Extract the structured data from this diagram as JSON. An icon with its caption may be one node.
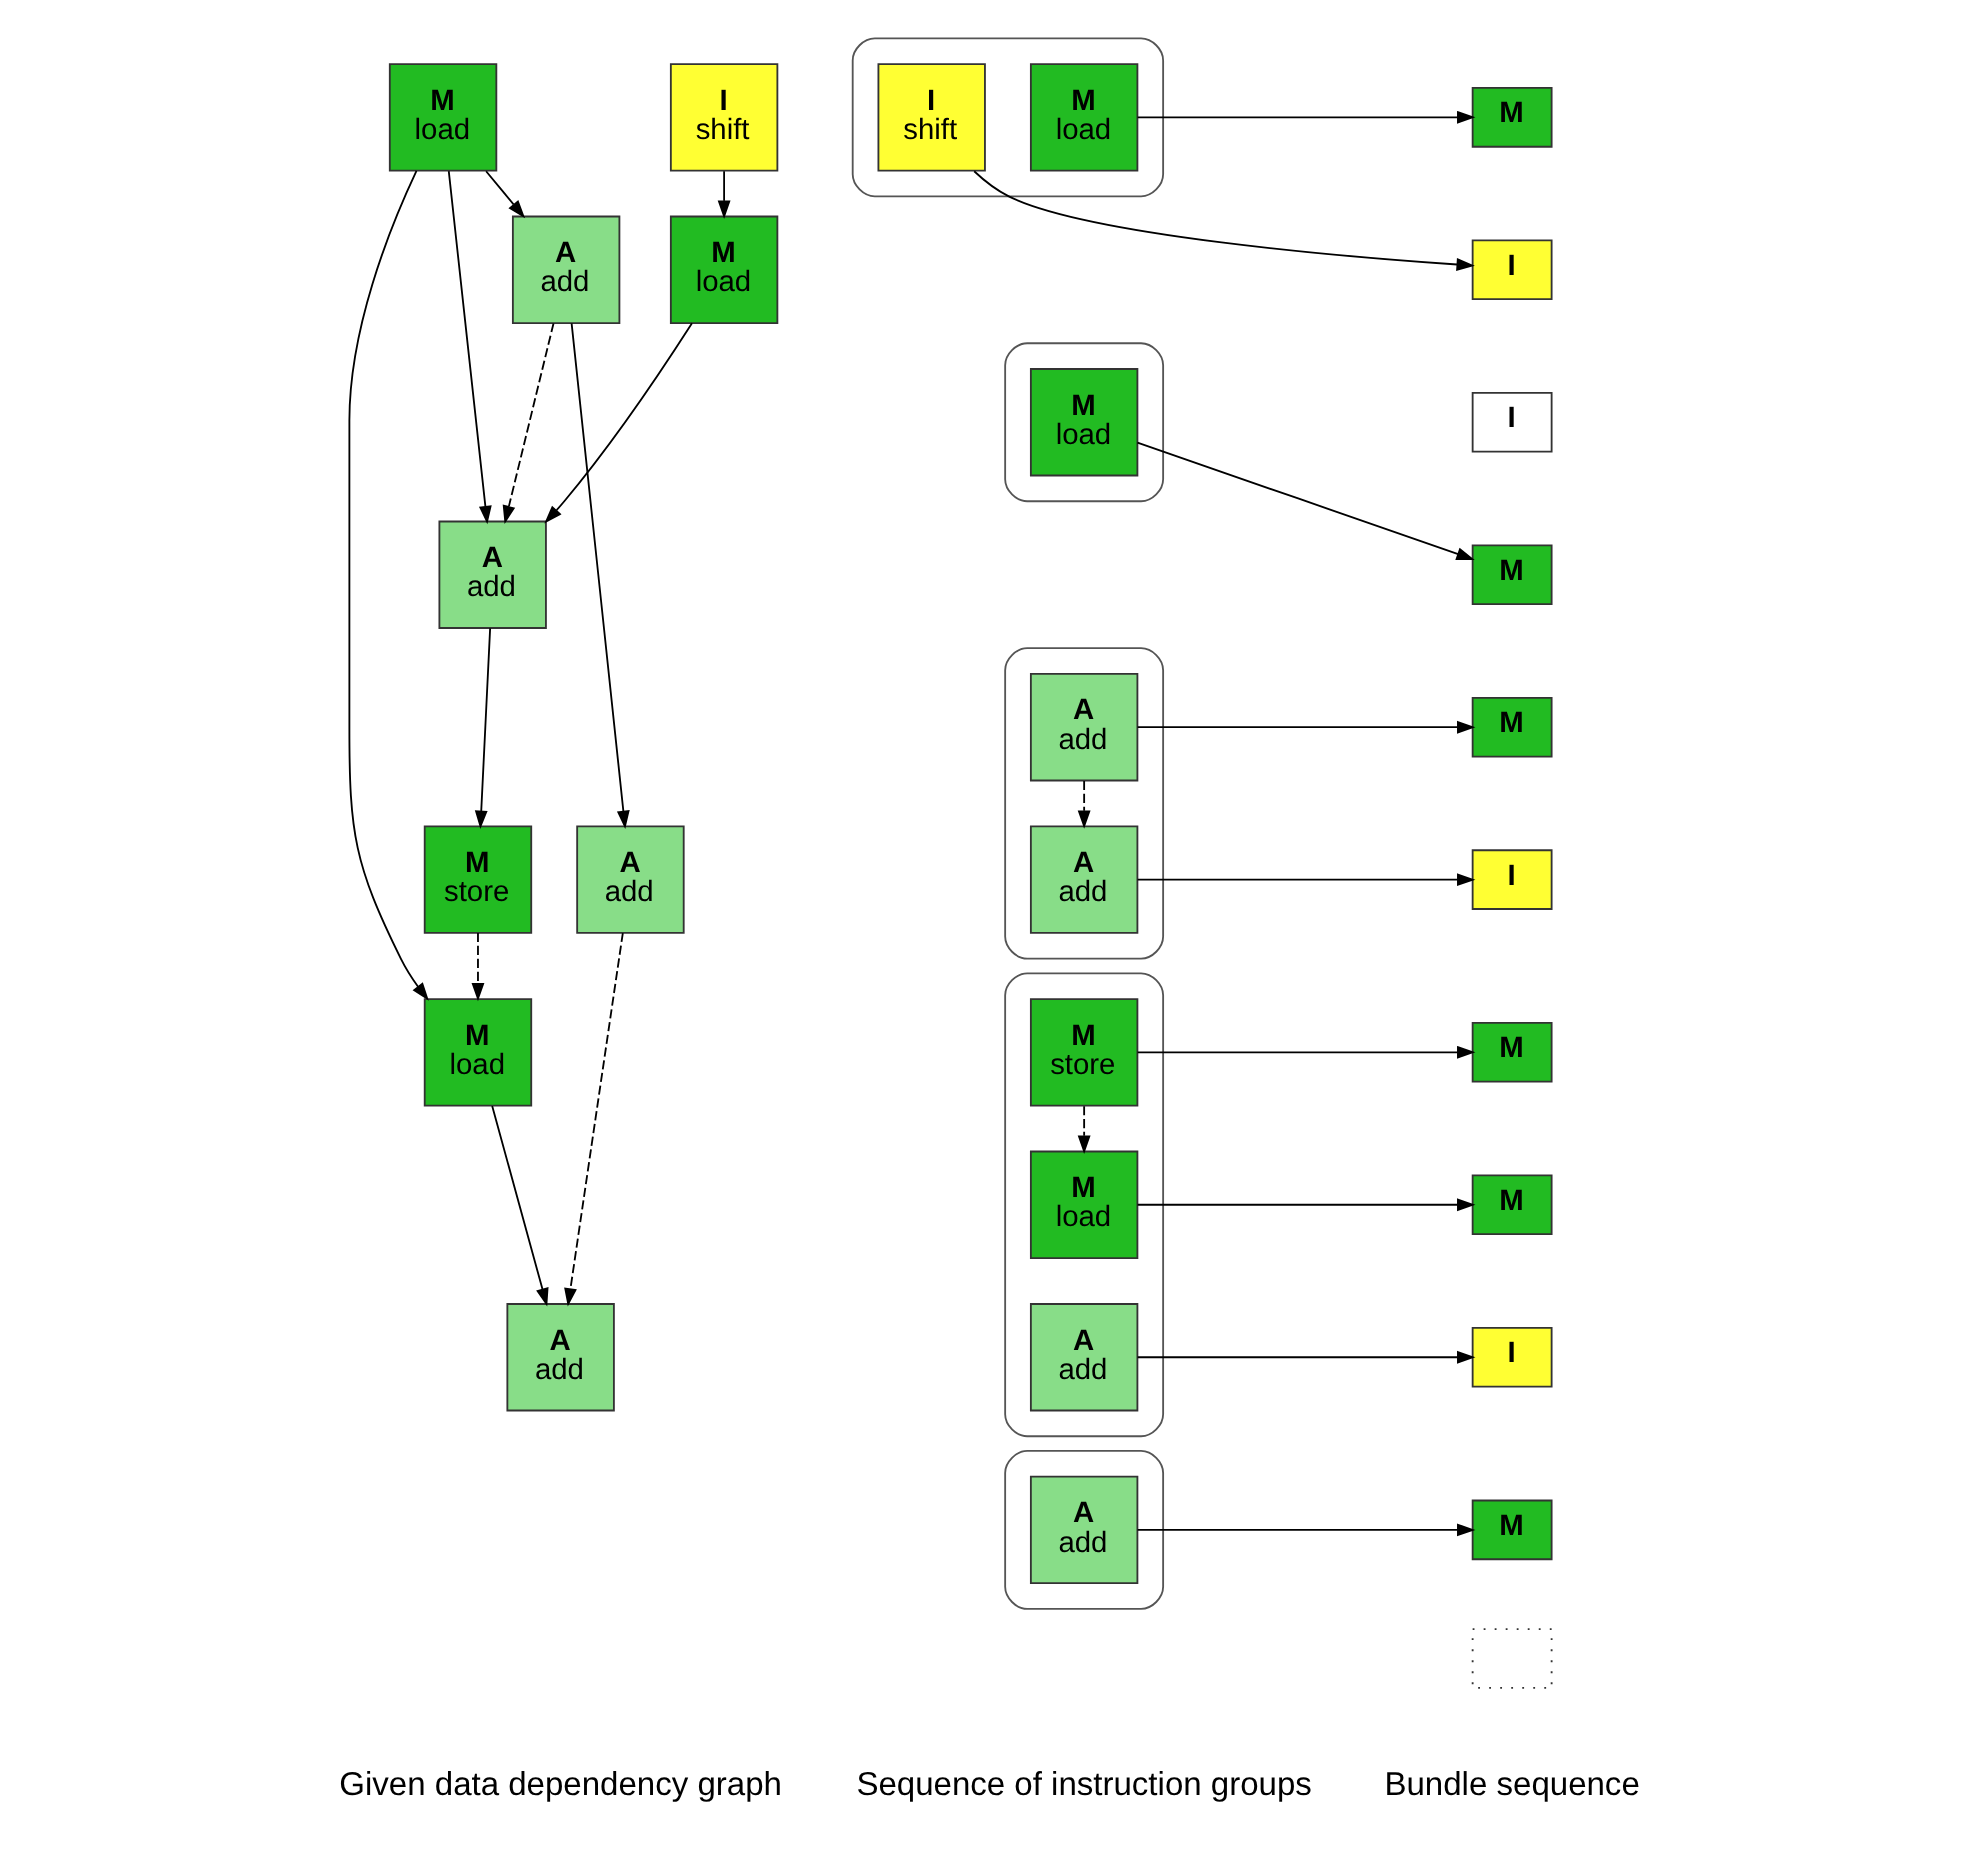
{
  "diagram": {
    "nodes": [
      {
        "text": [
          "M",
          "load"
        ]
      },
      {
        "text": [
          "I",
          "shift"
        ]
      },
      {
        "text": [
          "M",
          "load"
        ]
      },
      {
        "text": [
          "A",
          "add"
        ]
      },
      {
        "text": [
          "A",
          "add"
        ]
      },
      {
        "text": [
          "M",
          "store"
        ]
      },
      {
        "text": [
          "M",
          "load"
        ]
      },
      {
        "text": [
          "A",
          "add"
        ]
      },
      {
        "text": [
          "A",
          "add"
        ]
      },
      {
        "text": [],
        "shape": "box"
      },
      {
        "text": [
          "M",
          "load"
        ],
        "in": 9
      },
      {
        "text": [
          "I",
          "shift"
        ],
        "in": 9
      },
      {
        "text": [],
        "shape": "box"
      },
      {
        "text": [
          "M",
          "load"
        ],
        "in": 12
      },
      {
        "text": [],
        "shape": "box"
      },
      {
        "text": [
          "A",
          "add"
        ],
        "in": 14
      },
      {
        "text": [
          "A",
          "add"
        ],
        "in": 14
      },
      {
        "text": [],
        "shape": "box"
      },
      {
        "text": [
          "M",
          "store"
        ],
        "in": 17
      },
      {
        "text": [
          "M",
          "load"
        ],
        "in": 17
      },
      {
        "text": [
          "A",
          "add"
        ],
        "in": 17
      },
      {
        "text": [],
        "shape": "box"
      },
      {
        "text": [
          "A",
          "add"
        ],
        "in": 21
      },
      {
        "text": [
          "M"
        ]
      },
      {
        "text": [
          "I"
        ]
      },
      {
        "text": [
          "I"
        ]
      },
      {
        "text": [
          "M"
        ]
      },
      {
        "text": [
          "M"
        ]
      },
      {
        "text": [
          "I"
        ]
      },
      {
        "text": [
          "M"
        ]
      },
      {
        "text": [
          "M"
        ]
      },
      {
        "text": [
          "I"
        ]
      },
      {
        "text": [
          "M"
        ]
      },
      {
        "text": [],
        "shape": "box"
      }
    ],
    "edges": [
      {
        "from": 0,
        "to": 3,
        "arrow": "to"
      },
      {
        "from": 0,
        "to": 4,
        "arrow": "to"
      },
      {
        "from": 0,
        "to": 6,
        "arrow": "to"
      },
      {
        "from": 1,
        "to": 2,
        "arrow": "to"
      },
      {
        "from": 2,
        "to": 4,
        "arrow": "to"
      },
      {
        "from": 3,
        "to": 4,
        "arrow": "to",
        "style": "dashed"
      },
      {
        "from": 3,
        "to": 7,
        "arrow": "to"
      },
      {
        "from": 4,
        "to": 5,
        "arrow": "to"
      },
      {
        "from": 5,
        "to": 6,
        "arrow": "to",
        "style": "dashed"
      },
      {
        "from": 6,
        "to": 8,
        "arrow": "to"
      },
      {
        "from": 7,
        "to": 8,
        "arrow": "to",
        "style": "dashed"
      },
      {
        "from": 15,
        "to": 16,
        "arrow": "to",
        "style": "dashed"
      },
      {
        "from": 18,
        "to": 19,
        "arrow": "to",
        "style": "dashed"
      },
      {
        "from": 10,
        "to": 23,
        "arrow": "to"
      },
      {
        "from": 11,
        "to": 24,
        "arrow": "to"
      },
      {
        "from": 13,
        "to": 26,
        "arrow": "to"
      },
      {
        "from": 15,
        "to": 27,
        "arrow": "to"
      },
      {
        "from": 16,
        "to": 28,
        "arrow": "to"
      },
      {
        "from": 18,
        "to": 29,
        "arrow": "to"
      },
      {
        "from": 19,
        "to": 30,
        "arrow": "to"
      },
      {
        "from": 20,
        "to": 31,
        "arrow": "to"
      },
      {
        "from": 22,
        "to": 32,
        "arrow": "to"
      }
    ],
    "labels": [
      "Given data dependency graph",
      "Sequence of instruction groups",
      "Bundle sequence"
    ]
  }
}
